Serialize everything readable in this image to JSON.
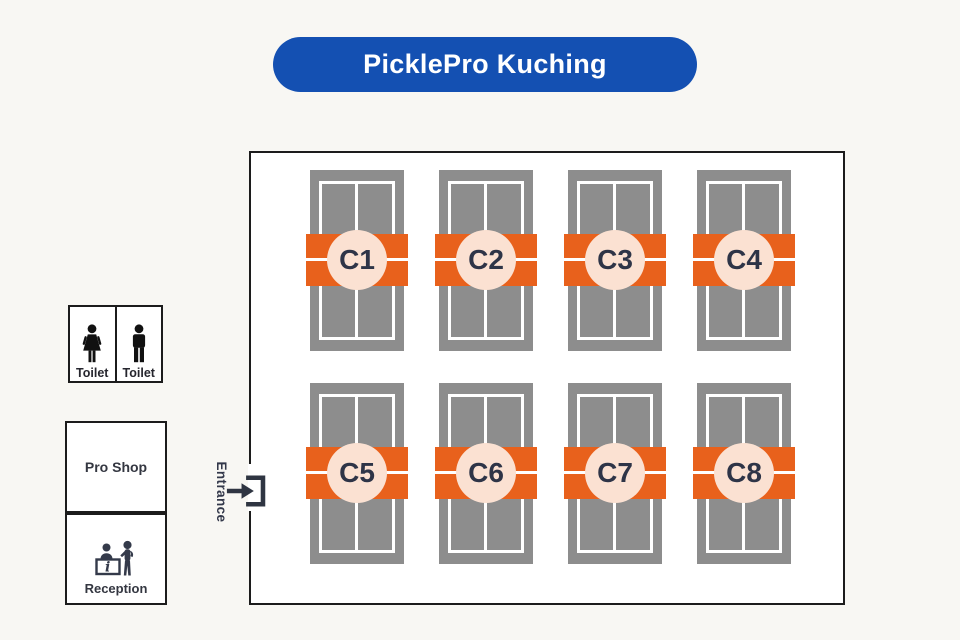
{
  "title": {
    "label": "PicklePro Kuching"
  },
  "courts": [
    {
      "id": "C1"
    },
    {
      "id": "C2"
    },
    {
      "id": "C3"
    },
    {
      "id": "C4"
    },
    {
      "id": "C5"
    },
    {
      "id": "C6"
    },
    {
      "id": "C7"
    },
    {
      "id": "C8"
    }
  ],
  "sidebar": {
    "toilets": [
      {
        "label": "Toilet",
        "icon": "woman-icon"
      },
      {
        "label": "Toilet",
        "icon": "man-icon"
      }
    ],
    "pro_shop_label": "Pro Shop",
    "reception_label": "Reception",
    "reception_icon": "reception-desk-icon"
  },
  "entrance": {
    "label": "Entrance",
    "icon": "entry-arrow-icon"
  },
  "colors": {
    "title_blue": "#1450b2",
    "court_gray": "#8d8d8d",
    "band_orange": "#e8611c",
    "marker_peach": "#fbe1d2",
    "text_navy": "#2e3447",
    "wall_black": "#1c1c1c"
  }
}
